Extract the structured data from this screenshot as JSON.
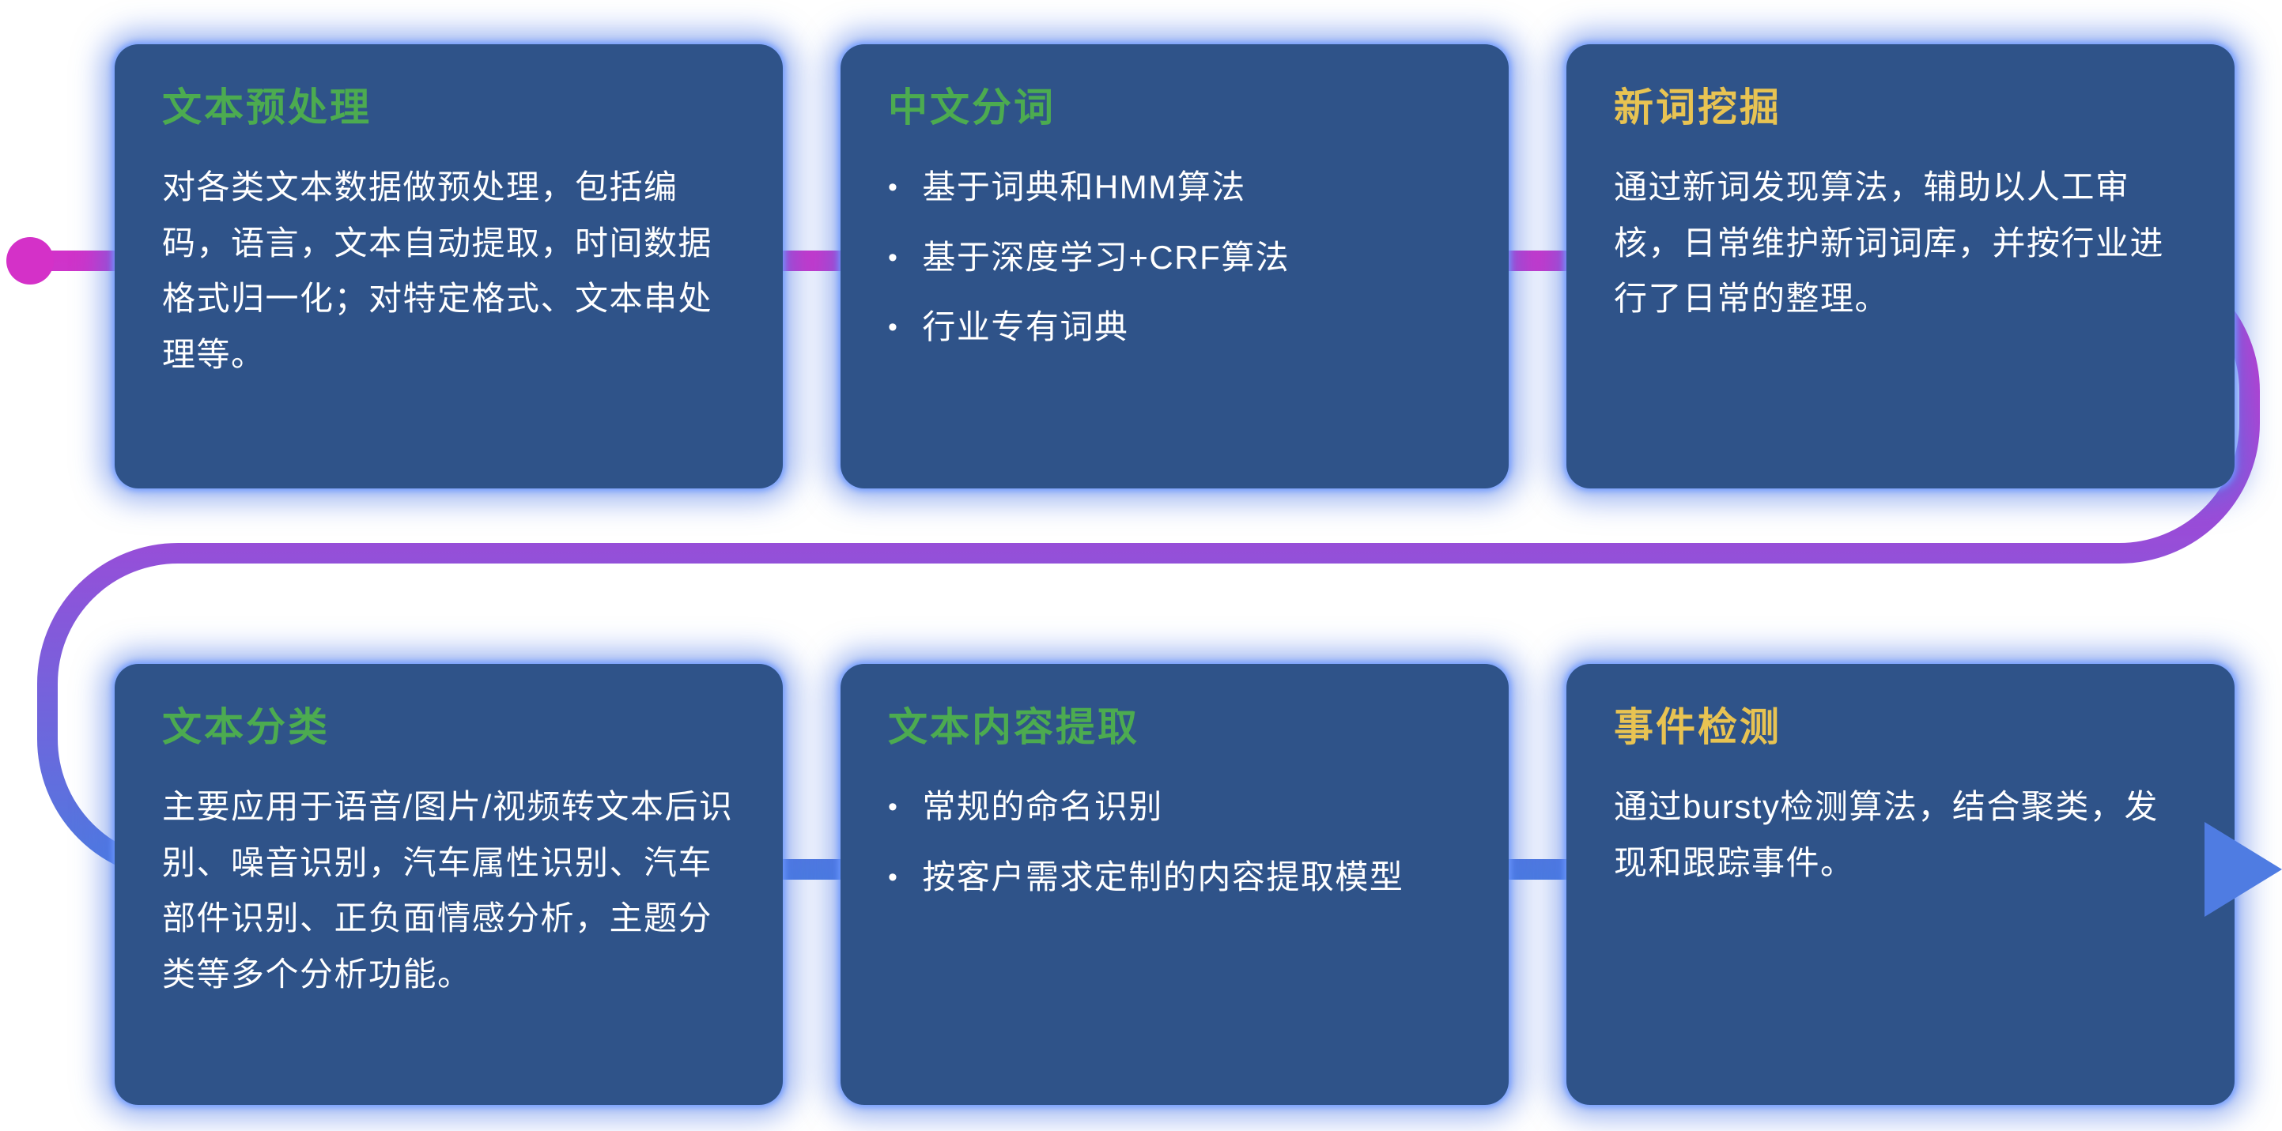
{
  "diagram": {
    "title": "NLP text processing pipeline",
    "background": "#ffffff"
  },
  "colors": {
    "card_background": "#2f5389",
    "card_glow": "#4d7ae6",
    "title_green": "#4cab50",
    "title_yellow": "#e8c352",
    "body_text": "#ffffff",
    "flow_start": "#d431c8",
    "flow_mid": "#9a4cd8",
    "flow_end": "#4a7ce0",
    "arrow": "#4f7ce2"
  },
  "flow": {
    "start_marker": "dot",
    "end_marker": "arrow-right",
    "direction": "snake: left-to-right (row 1), curve down right side, right-to-left (middle), curve down left side, left-to-right (row 2)"
  },
  "cards": [
    {
      "title": "文本预处理",
      "accent": "green",
      "body": "对各类文本数据做预处理，包括编码，语言，文本自动提取，时间数据格式归一化；对特定格式、文本串处理等。",
      "bullets": []
    },
    {
      "title": "中文分词",
      "accent": "green",
      "body": "",
      "bullets": [
        "基于词典和HMM算法",
        "基于深度学习+CRF算法",
        "行业专有词典"
      ]
    },
    {
      "title": "新词挖掘",
      "accent": "yellow",
      "body": "通过新词发现算法，辅助以人工审核，日常维护新词词库，并按行业进行了日常的整理。",
      "bullets": []
    },
    {
      "title": "文本分类",
      "accent": "green",
      "body": "主要应用于语音/图片/视频转文本后识别、噪音识别，汽车属性识别、汽车部件识别、正负面情感分析，主题分类等多个分析功能。",
      "bullets": []
    },
    {
      "title": "文本内容提取",
      "accent": "green",
      "body": "",
      "bullets": [
        "常规的命名识别",
        "按客户需求定制的内容提取模型"
      ]
    },
    {
      "title": "事件检测",
      "accent": "yellow",
      "body": "通过bursty检测算法，结合聚类，发现和跟踪事件。",
      "bullets": []
    }
  ]
}
